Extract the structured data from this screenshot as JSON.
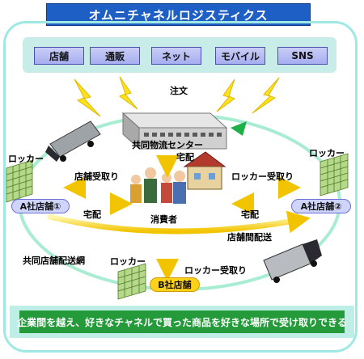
{
  "title": "オムニチャネルロジスティクス",
  "channels": [
    "店舗",
    "通販",
    "ネット",
    "モバイル",
    "SNS"
  ],
  "labels": {
    "order": "注文",
    "warehouse": "共同物流センター",
    "delivery_center": "宅配",
    "locker_left": "ロッカー",
    "locker_right": "ロッカー",
    "locker_bottom": "ロッカー",
    "store_pickup": "店舗受取り",
    "locker_pickup_right": "ロッカー受取り",
    "delivery_left": "宅配",
    "delivery_right": "宅配",
    "consumer": "消費者",
    "inter_store": "店舗間配送",
    "network": "共同店舗配送網",
    "locker_pickup_bottom": "ロッカー受取り"
  },
  "stores": {
    "a1": "A社店舗①",
    "a2": "A社店舗②",
    "b": "B社店舗"
  },
  "bottom_message": "企業間を越え、好きなチャネルで買った商品を好きな場所で受け取りできる",
  "colors": {
    "title_bg": "#1e5fc6",
    "cycle": "#9fe8e3",
    "arrow": "#ffd21a",
    "message_bg": "#249a3a",
    "panel": "#c8ede9"
  }
}
